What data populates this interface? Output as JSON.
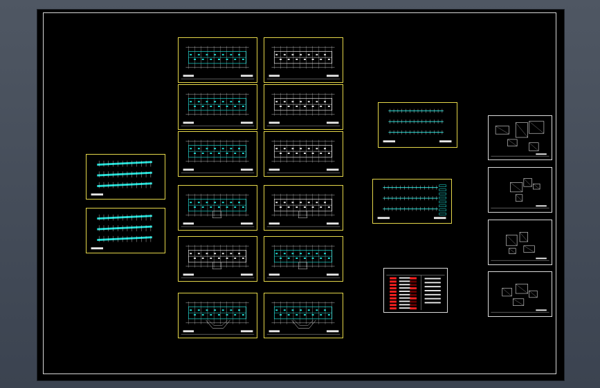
{
  "colors": {
    "frame_yellow": "#e6d84a",
    "frame_white": "#dcdcdc",
    "cad_cyan": "#1fe0d8",
    "cad_white": "#e8e8e8",
    "cad_red": "#ff2020",
    "background": "#000000"
  },
  "drawing": {
    "sheets": [
      {
        "id": "plan-1",
        "kind": "floor-plan"
      },
      {
        "id": "plan-2",
        "kind": "floor-plan"
      },
      {
        "id": "plan-3",
        "kind": "floor-plan"
      },
      {
        "id": "plan-4",
        "kind": "floor-plan"
      },
      {
        "id": "plan-5",
        "kind": "floor-plan"
      },
      {
        "id": "plan-6",
        "kind": "floor-plan"
      },
      {
        "id": "plan-7",
        "kind": "floor-plan"
      },
      {
        "id": "plan-8",
        "kind": "floor-plan"
      },
      {
        "id": "plan-9",
        "kind": "floor-plan"
      },
      {
        "id": "plan-10",
        "kind": "floor-plan"
      },
      {
        "id": "plan-11",
        "kind": "floor-plan"
      },
      {
        "id": "plan-12",
        "kind": "floor-plan"
      },
      {
        "id": "system-1",
        "kind": "system-diagram"
      },
      {
        "id": "system-2",
        "kind": "system-diagram"
      },
      {
        "id": "system-3",
        "kind": "system-diagram"
      },
      {
        "id": "system-4",
        "kind": "system-diagram"
      },
      {
        "id": "legend",
        "kind": "legend-table"
      },
      {
        "id": "detail-1",
        "kind": "detail"
      },
      {
        "id": "detail-2",
        "kind": "detail"
      },
      {
        "id": "detail-3",
        "kind": "detail"
      },
      {
        "id": "detail-4",
        "kind": "detail"
      }
    ]
  }
}
